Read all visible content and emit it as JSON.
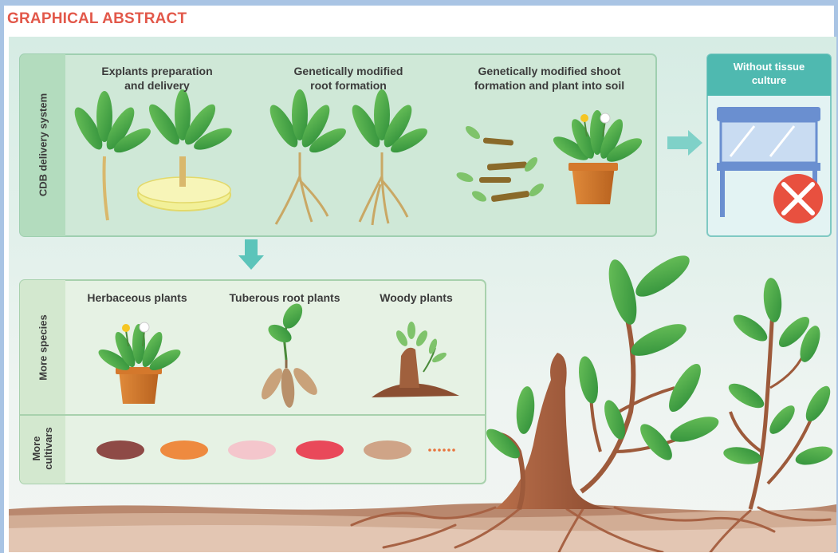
{
  "header": {
    "title": "GRAPHICAL ABSTRACT"
  },
  "cdb_panel": {
    "side_label": "CDB delivery system",
    "steps": [
      {
        "label_line1": "Explants preparation",
        "label_line2": "and delivery"
      },
      {
        "label_line1": "Genetically modified",
        "label_line2": "root formation"
      },
      {
        "label_line1": "Genetically modified shoot",
        "label_line2": "formation and plant into soil"
      }
    ]
  },
  "no_culture_box": {
    "title_line1": "Without tissue",
    "title_line2": "culture"
  },
  "species_panel": {
    "side_label": "More species",
    "items": [
      {
        "label": "Herbaceous plants"
      },
      {
        "label": "Tuberous root plants"
      },
      {
        "label": "Woody plants"
      }
    ]
  },
  "cultivars_panel": {
    "side_label_line1": "More",
    "side_label_line2": "cultivars"
  },
  "colors": {
    "title_red": "#e2584a",
    "panel_green": "#b8dcc1",
    "teal_arrow": "#4dbfb4",
    "soil_brown": "#9b5b3e"
  }
}
